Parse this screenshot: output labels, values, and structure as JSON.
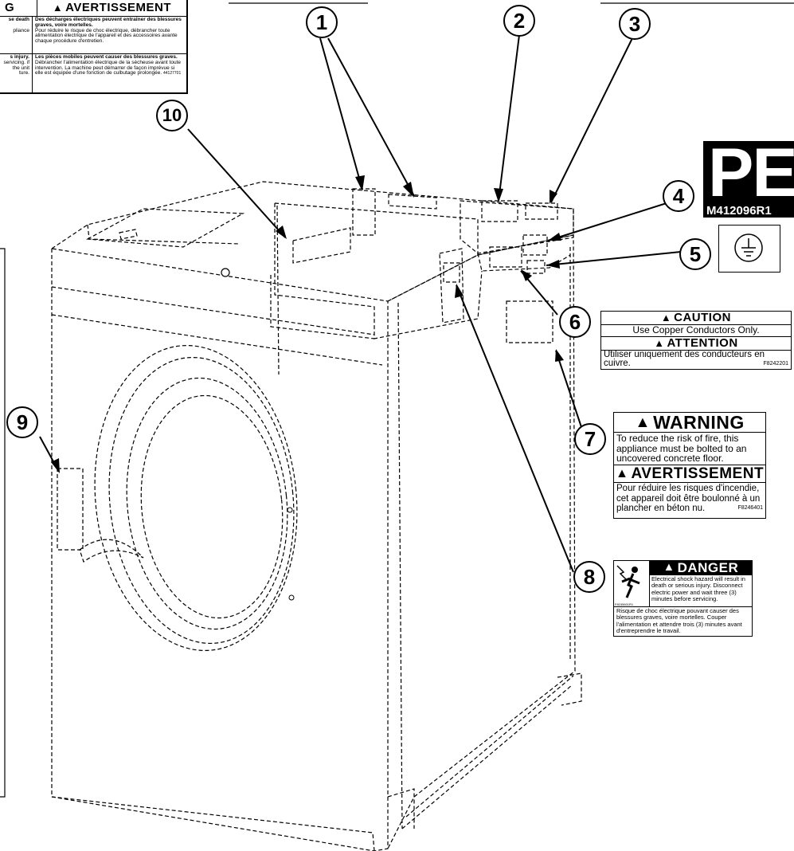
{
  "callouts": [
    "1",
    "2",
    "3",
    "4",
    "5",
    "6",
    "7",
    "8",
    "9",
    "10"
  ],
  "top_label": {
    "left_title_fragment": "G",
    "left_title": "AVERTISSEMENT",
    "cell1_left": "se death",
    "cell1_left_b": "pliance",
    "cell1_right_bold": "Des décharges électriques peuvent entraîner des blessures graves, voire mortelles.",
    "cell1_right": "Pour réduire le risque de choc électrique, débrancher toute alimentation électrique de l'appareil et des accessoires avante chaque procédure d'entretien.",
    "cell2_left_bold": "s injury.",
    "cell2_left": "servicing. if the unit ture.",
    "cell2_right_bold": "Les pièces mobiles peuvent causer des blessures graves.",
    "cell2_right": "Débrancher l'alimentation électrique de la sécheuse avant toute intervention. La machine peut démarrer de façon imprévue si elle est équipée d'une fonction de culbutage prolongée.",
    "code": "44127701"
  },
  "pe_label": {
    "letters": "PE",
    "code": "M412096R1"
  },
  "ground_label": {
    "icon": "ground-symbol-icon"
  },
  "caution_label": {
    "title1": "CAUTION",
    "text1": "Use Copper Conductors Only.",
    "title2": "ATTENTION",
    "text2": "Utiliser uniquement des conducteurs en cuivre.",
    "code": "F8242201"
  },
  "warning_label": {
    "title1": "WARNING",
    "text1": "To reduce the risk of fire, this appliance must be bolted to an uncovered concrete floor.",
    "title2": "AVERTISSEMENT",
    "text2": "Pour réduire les risques d'incendie, cet appareil doit être boulonné à un plancher en béton nu.",
    "code": "F8246401"
  },
  "danger_label": {
    "title": "DANGER",
    "text1": "Electrical shock hazard will result in death or serious injury. Disconnect electric power and wait three (3) minutes before servicing.",
    "text2": "Risque de choc électrique pouvant causer des blessures graves, voire mortelles. Couper l'alimentation et attendre trois (3) minutes avant d'entreprendre le travail.",
    "code": "F8155601R1",
    "icon": "electric-shock-icon"
  },
  "warning_symbol": "▲"
}
